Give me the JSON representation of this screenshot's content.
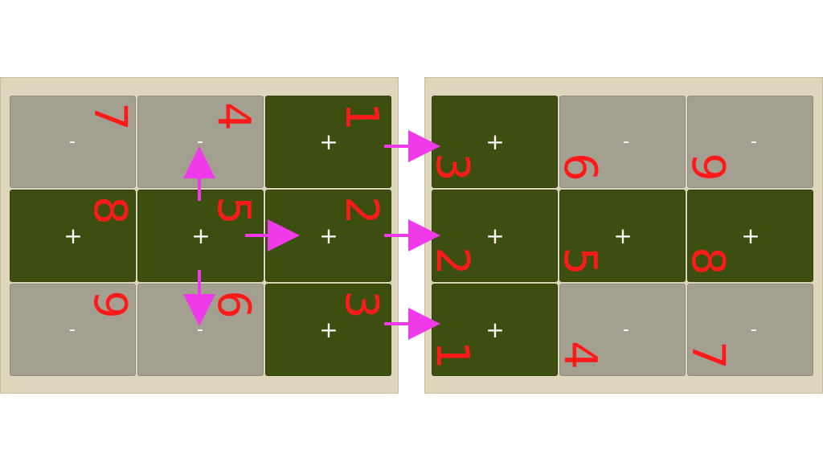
{
  "colors": {
    "on": "#3d4f10",
    "off": "#a3a091",
    "number": "#ff1a1a",
    "arrow": "#ee3ae8"
  },
  "left_board": {
    "cells": [
      {
        "state": "off",
        "sign": "-",
        "number": "7"
      },
      {
        "state": "off",
        "sign": "-",
        "number": "4"
      },
      {
        "state": "on",
        "sign": "+",
        "number": "1"
      },
      {
        "state": "on",
        "sign": "+",
        "number": "8"
      },
      {
        "state": "on",
        "sign": "+",
        "number": "5"
      },
      {
        "state": "on",
        "sign": "+",
        "number": "2"
      },
      {
        "state": "off",
        "sign": "-",
        "number": "9"
      },
      {
        "state": "off",
        "sign": "-",
        "number": "6"
      },
      {
        "state": "on",
        "sign": "+",
        "number": "3"
      }
    ]
  },
  "right_board": {
    "cells": [
      {
        "state": "on",
        "sign": "+",
        "number": "3"
      },
      {
        "state": "off",
        "sign": "-",
        "number": "6"
      },
      {
        "state": "off",
        "sign": "-",
        "number": "9"
      },
      {
        "state": "on",
        "sign": "+",
        "number": "2"
      },
      {
        "state": "on",
        "sign": "+",
        "number": "5"
      },
      {
        "state": "on",
        "sign": "+",
        "number": "8"
      },
      {
        "state": "on",
        "sign": "+",
        "number": "1"
      },
      {
        "state": "off",
        "sign": "-",
        "number": "4"
      },
      {
        "state": "off",
        "sign": "-",
        "number": "7"
      }
    ]
  }
}
